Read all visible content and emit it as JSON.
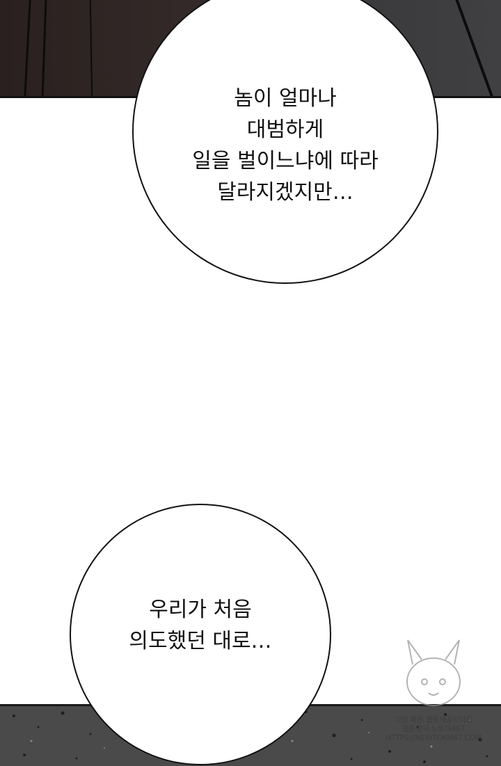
{
  "bubble_1": {
    "lines": [
      "놈이 얼마나",
      "대범하게",
      "일을 벌이느냐에 따라",
      "달라지겠지만…"
    ]
  },
  "bubble_2": {
    "lines": [
      "우리가 처음",
      "의도했던 대로…"
    ]
  },
  "watermark": {
    "lines": [
      "가장 빠른 웹툰제공사이트",
      "웹툰왕국 뉴토끼467",
      "HTTPS://NEWTOKI467.COM"
    ]
  },
  "colors": {
    "panel_dark": "#332a29",
    "panel_gray": "#4a4a4a",
    "bubble_fill": "#ffffff",
    "outline": "#111111"
  }
}
